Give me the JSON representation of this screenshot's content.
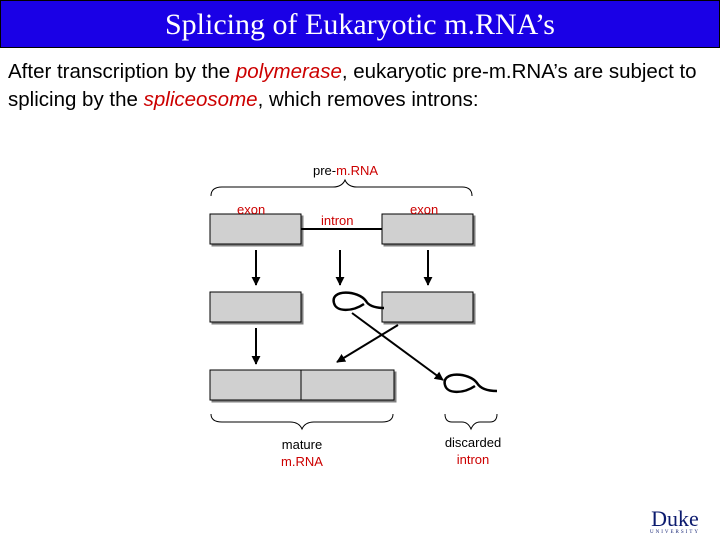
{
  "title": "Splicing of Eukaryotic m.RNA’s",
  "intro": {
    "part1": "After transcription by the ",
    "highlight1": "polymerase",
    "part2": ", eukaryotic pre-m.RNA’s are subject to splicing by the ",
    "highlight2": "spliceosome",
    "part3": ", which removes introns:"
  },
  "diagram": {
    "premrna_prefix": "pre-",
    "premrna_suffix": "m.RNA",
    "exon_left": "exon",
    "intron": "intron",
    "exon_right": "exon",
    "mature_line1": "mature",
    "mature_line2": "m.RNA",
    "discarded_line1": "discarded",
    "discarded_line2": "intron"
  },
  "logo": {
    "word": "Duke",
    "sub": "UNIVERSITY"
  },
  "colors": {
    "title_bar": "#1a00e6",
    "highlight": "#cc0000",
    "box_fill": "#d0d0d0"
  }
}
